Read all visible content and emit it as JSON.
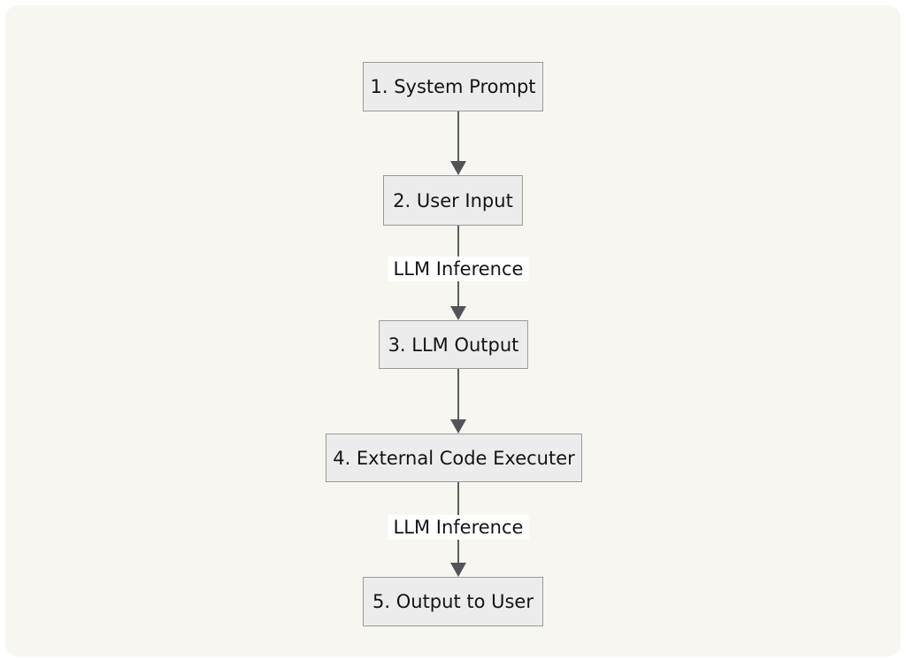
{
  "diagram": {
    "type": "flowchart",
    "direction": "top-down",
    "nodes": [
      {
        "id": "1",
        "label": "1. System Prompt"
      },
      {
        "id": "2",
        "label": "2. User Input"
      },
      {
        "id": "3",
        "label": "3. LLM Output"
      },
      {
        "id": "4",
        "label": "4. External Code Executer"
      },
      {
        "id": "5",
        "label": "5. Output to User"
      }
    ],
    "edges": [
      {
        "from": "1",
        "to": "2",
        "label": ""
      },
      {
        "from": "2",
        "to": "3",
        "label": "LLM Inference"
      },
      {
        "from": "3",
        "to": "4",
        "label": ""
      },
      {
        "from": "4",
        "to": "5",
        "label": "LLM Inference"
      }
    ],
    "colors": {
      "page_background": "#ffffff",
      "canvas_background": "#f8f6f0",
      "node_fill": "#ececec",
      "node_border": "#9a9a9a",
      "edge_color": "#595d5f",
      "edge_label_background": "#ffffff",
      "text_color": "#141414"
    }
  }
}
